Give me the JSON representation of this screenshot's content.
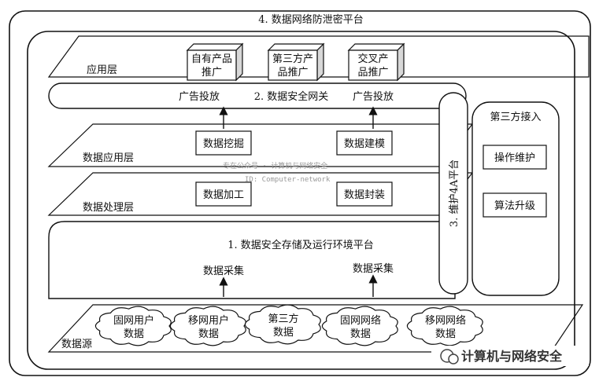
{
  "platform": {
    "outer_title": "4. 数据网络防泄密平台",
    "application_layer": "应用层",
    "products": [
      {
        "line1": "自有产品",
        "line2": "推广"
      },
      {
        "line1": "第三方产",
        "line2": "品推广"
      },
      {
        "line1": "交叉产",
        "line2": "品推广"
      }
    ],
    "gateway": {
      "title": "2. 数据安全网关",
      "ad_left": "广告投放",
      "ad_right": "广告投放"
    },
    "data_app_layer": {
      "label": "数据应用层",
      "box_left": "数据挖掘",
      "box_right": "数据建模"
    },
    "data_proc_layer": {
      "label": "数据处理层",
      "box_left": "数据加工",
      "box_right": "数据封装"
    },
    "storage": {
      "title": "1. 数据安全存储及运行环境平台",
      "collect_left": "数据采集",
      "collect_right": "数据采集"
    },
    "vertical_4a": "3. 维护4A平台",
    "third_party": {
      "title": "第三方接入",
      "box1": "操作维护",
      "box2": "算法升级"
    },
    "data_source": {
      "label": "数据源",
      "clouds": [
        {
          "line1": "固网用户",
          "line2": "数据"
        },
        {
          "line1": "移网用户",
          "line2": "数据"
        },
        {
          "line1": "第三方",
          "line2": "数据"
        },
        {
          "line1": "固网网络",
          "line2": "数据"
        },
        {
          "line1": "移网网络",
          "line2": "数据"
        }
      ]
    },
    "watermark": {
      "line1": "专在公众号 · 计算机与网络安全",
      "line2": "ID: Computer-network"
    },
    "brand": "计算机与网络安全"
  }
}
